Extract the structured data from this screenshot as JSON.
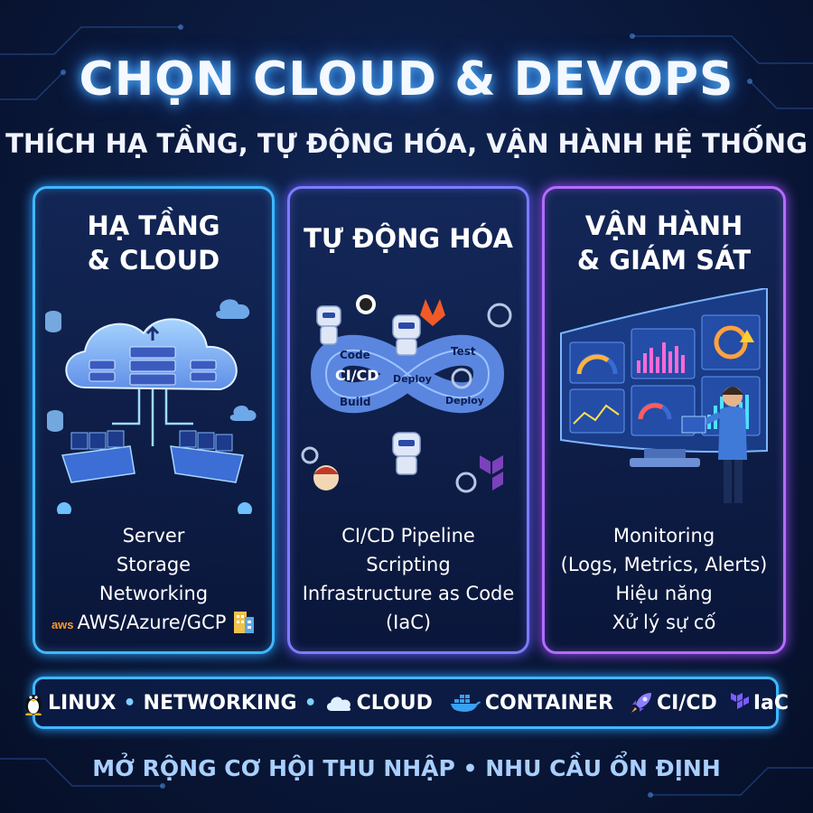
{
  "title": "CHỌN CLOUD & DEVOPS",
  "subtitle": "THÍCH HẠ TẦNG, TỰ ĐỘNG HÓA, VẬN HÀNH HỆ THỐNG",
  "cards": [
    {
      "title_lines": [
        "HẠ TẦNG",
        "& CLOUD"
      ],
      "items": [
        "Server",
        "Storage",
        "Networking",
        "AWS/Azure/GCP"
      ],
      "logo_text": "aws",
      "accent": "#3fb8ff"
    },
    {
      "title_lines": [
        "TỰ ĐỘNG HÓA"
      ],
      "items": [
        "CI/CD Pipeline",
        "Scripting",
        "Infrastructure as Code",
        "(IaC)"
      ],
      "diagram_labels": [
        "Code",
        "Build",
        "CI/CD",
        "Deploy",
        "Test",
        "Deploy"
      ],
      "accent": "#7c7cff"
    },
    {
      "title_lines": [
        "VẬN HÀNH",
        "& GIÁM SÁT"
      ],
      "items": [
        "Monitoring",
        "(Logs, Metrics, Alerts)",
        "Hiệu năng",
        "Xử lý sự cố"
      ],
      "accent": "#b56cff"
    }
  ],
  "tech_bar": [
    {
      "label": "LINUX",
      "icon": "penguin-icon"
    },
    {
      "label": "NETWORKING",
      "icon": "none"
    },
    {
      "label": "CLOUD",
      "icon": "cloud-icon"
    },
    {
      "label": "CONTAINER",
      "icon": "docker-whale-icon"
    },
    {
      "label": "CI/CD",
      "icon": "rocket-icon"
    },
    {
      "label": "IaC",
      "icon": "terraform-icon"
    }
  ],
  "tagline": "MỞ RỘNG CƠ HỘI THU NHẬP • NHU CẦU ỔN ĐỊNH"
}
